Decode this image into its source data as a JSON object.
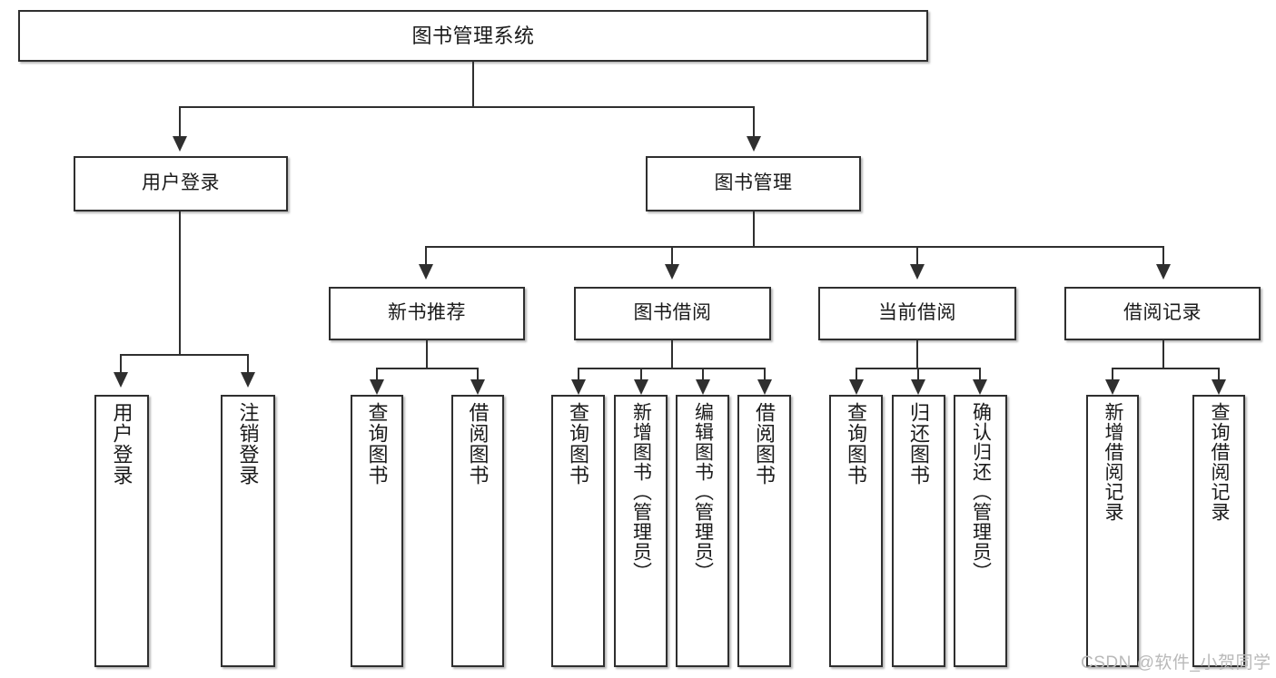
{
  "diagram": {
    "title": "图书管理系统",
    "type": "hierarchy-tree",
    "root": {
      "label": "图书管理系统"
    },
    "level2": [
      {
        "label": "用户登录"
      },
      {
        "label": "图书管理"
      }
    ],
    "level3": [
      {
        "label": "新书推荐"
      },
      {
        "label": "图书借阅"
      },
      {
        "label": "当前借阅"
      },
      {
        "label": "借阅记录"
      }
    ],
    "leaves": {
      "user_login": [
        {
          "label": "用户登录"
        },
        {
          "label": "注销登录"
        }
      ],
      "new_book_recommend": [
        {
          "label": "查询图书"
        },
        {
          "label": "借阅图书"
        }
      ],
      "book_borrow": [
        {
          "label": "查询图书"
        },
        {
          "label": "新增图书（管理员）"
        },
        {
          "label": "编辑图书（管理员）"
        },
        {
          "label": "借阅图书"
        }
      ],
      "current_borrow": [
        {
          "label": "查询图书"
        },
        {
          "label": "归还图书"
        },
        {
          "label": "确认归还（管理员）"
        }
      ],
      "borrow_record": [
        {
          "label": "新增借阅记录"
        },
        {
          "label": "查询借阅记录"
        }
      ]
    }
  },
  "watermark": {
    "text": "CSDN @软件_小贺同学"
  },
  "colors": {
    "stroke": "#2f2f2f",
    "fill": "#ffffff",
    "text": "#1a1a1a",
    "watermark": "#b9b9b9"
  }
}
